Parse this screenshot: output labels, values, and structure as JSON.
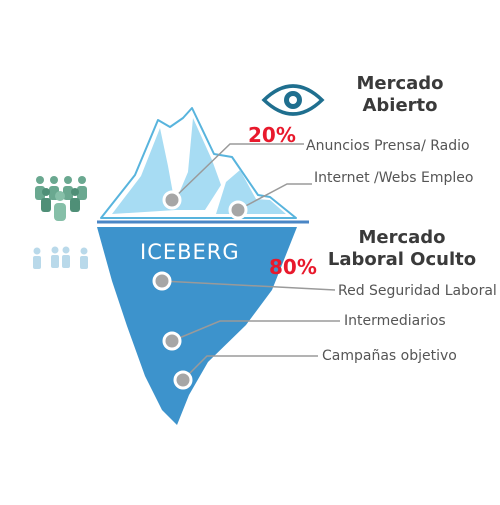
{
  "open_market": {
    "title_line1": "Mercado",
    "title_line2": "Abierto",
    "percentage": "20%",
    "items": [
      "Anuncios Prensa/ Radio",
      "Internet /Webs Empleo"
    ]
  },
  "hidden_market": {
    "title_line1": "Mercado",
    "title_line2": "Laboral Oculto",
    "percentage": "80%",
    "items": [
      "Red Seguridad Laboral",
      "Intermediarios",
      "Campañas objetivo"
    ]
  },
  "iceberg_label": "ICEBERG",
  "icons": [
    "eye-icon",
    "people-group-green-icon",
    "people-group-blue-icon"
  ],
  "colors": {
    "ice_light": "#a7dcf3",
    "ice_outline": "#58b4dd",
    "ice_deep": "#3d93cc",
    "water_line": "#4a86c5",
    "eye": "#1f6f8f",
    "percent_red": "#e8192c",
    "people_green": "#6aa890",
    "people_blue": "#b9d9ea",
    "connector_grey": "#9a9a9a"
  }
}
